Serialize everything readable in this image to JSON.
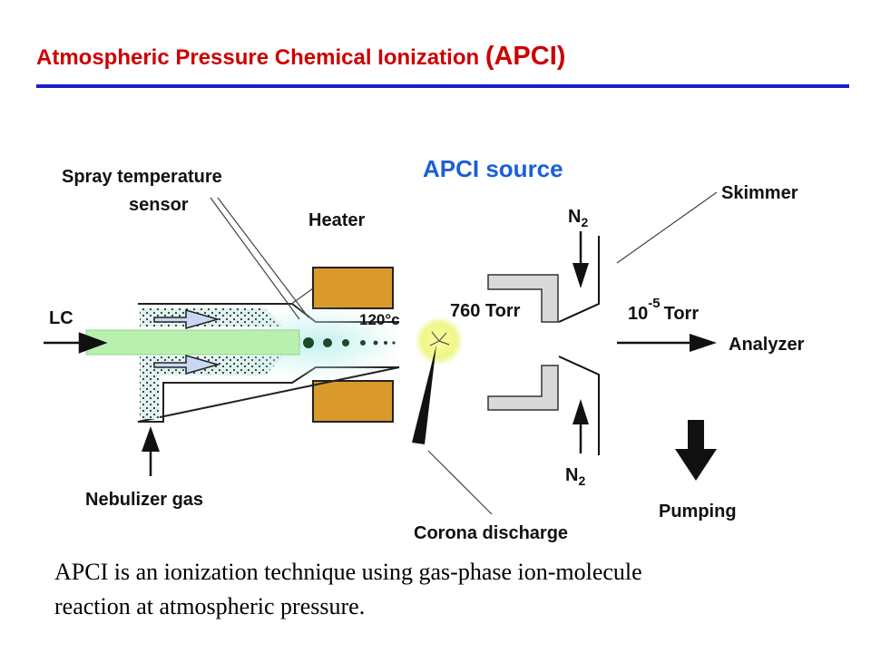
{
  "header": {
    "title": "Atmospheric Pressure Chemical Ionization",
    "title_suffix": "(APCI)"
  },
  "diagram": {
    "heading": "APCI source",
    "labels": {
      "spray_sensor_line1": "Spray temperature",
      "spray_sensor_line2": "sensor",
      "heater": "Heater",
      "lc": "LC",
      "temperature": "120°c",
      "pressure_high": "760 Torr",
      "pressure_low_base": "10",
      "pressure_low_exp": "-5",
      "pressure_low_unit": "Torr",
      "n2_top_base": "N",
      "n2_top_sub": "2",
      "n2_bottom_base": "N",
      "n2_bottom_sub": "2",
      "skimmer": "Skimmer",
      "analyzer": "Analyzer",
      "pumping": "Pumping",
      "nebulizer_gas": "Nebulizer gas",
      "corona_discharge": "Corona discharge"
    }
  },
  "caption": {
    "line1": "APCI is an ionization technique using gas-phase ion-molecule",
    "line2": "reaction at atmospheric pressure."
  },
  "colors": {
    "title": "#cc0000",
    "rule": "#1c1cc9",
    "heading": "#1a5fd6",
    "heater": "#d99a2b",
    "spray_beam": "#b9f0b0",
    "glow": "#eef58a",
    "torr_block": "#d9d9d9"
  }
}
